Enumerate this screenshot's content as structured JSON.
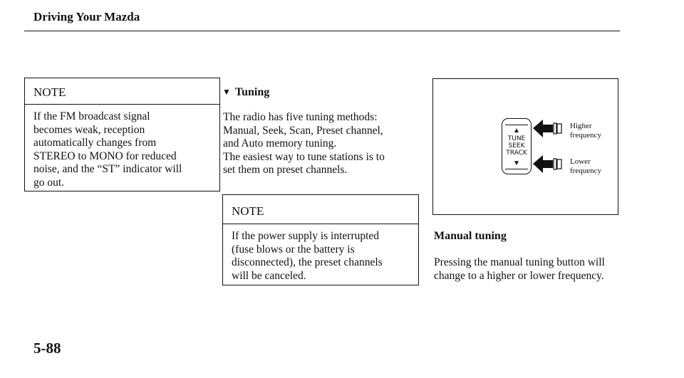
{
  "header": {
    "title": "Driving Your Mazda"
  },
  "note_left": {
    "title": "NOTE",
    "lines": [
      "If the FM broadcast signal",
      "becomes weak, reception",
      "automatically changes from",
      "STEREO to MONO for reduced",
      "noise, and the “ST” indicator will",
      "go out."
    ]
  },
  "tuning": {
    "heading_marker": "▼",
    "heading": "Tuning",
    "lines": [
      "The radio has five tuning methods:",
      "Manual, Seek, Scan, Preset channel,",
      "and Auto memory tuning.",
      "The easiest way to tune stations is to",
      "set them on preset channels."
    ]
  },
  "note_middle": {
    "title": "NOTE",
    "lines": [
      "If the power supply is interrupted",
      "(fuse blows or the battery is",
      "disconnected), the preset channels",
      "will be canceled."
    ]
  },
  "figure": {
    "button_lines": [
      "TUNE",
      "SEEK",
      "TRACK"
    ],
    "up_arrow": "▲",
    "down_arrow": "▼",
    "higher": [
      "Higher",
      "frequency"
    ],
    "lower": [
      "Lower",
      "frequency"
    ]
  },
  "manual_tuning": {
    "heading": "Manual tuning",
    "lines": [
      "Pressing the manual tuning button will",
      "change to a higher or lower frequency."
    ]
  },
  "page_number": "5-88"
}
